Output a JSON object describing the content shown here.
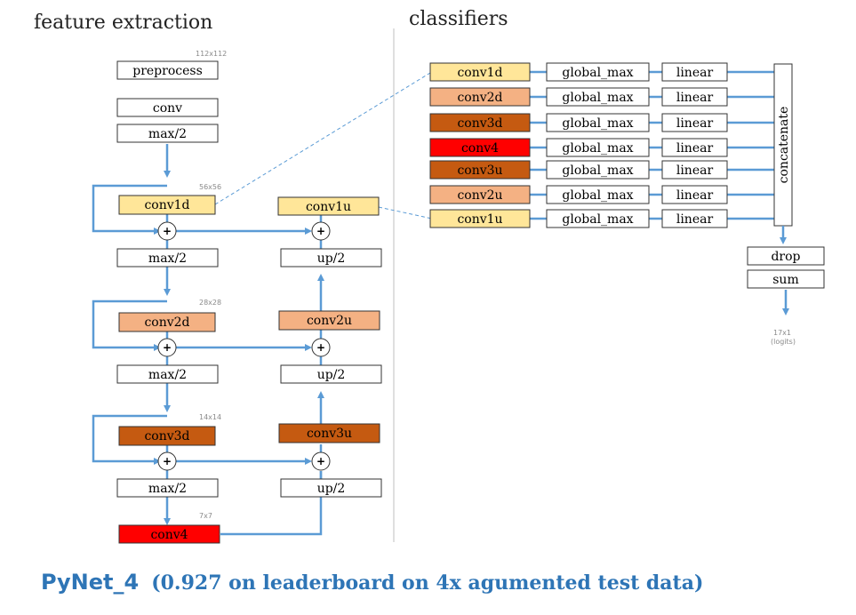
{
  "titles": {
    "feature_extraction": "feature  extraction",
    "classifiers": "classifiers",
    "caption_model": "PyNet_4",
    "caption_rest": "(0.927 on leaderboard on 4x agumented test data)"
  },
  "sizes": {
    "s112": "112x112",
    "s56": "56x56",
    "s28": "28x28",
    "s14": "14x14",
    "s7": "7x7",
    "logits_size": "17x1",
    "logits_label": "(logits)"
  },
  "blocks": {
    "preprocess": "preprocess",
    "conv": "conv",
    "maxpool": "max/2",
    "conv1d": "conv1d",
    "conv2d": "conv2d",
    "conv3d": "conv3d",
    "conv4": "conv4",
    "conv1u": "conv1u",
    "conv2u": "conv2u",
    "conv3u": "conv3u",
    "upsample": "up/2",
    "plus": "+"
  },
  "classifier": {
    "rows": [
      {
        "name": "conv1d",
        "color": "#ffe699"
      },
      {
        "name": "conv2d",
        "color": "#f4b183"
      },
      {
        "name": "conv3d",
        "color": "#c55a11"
      },
      {
        "name": "conv4",
        "color": "#ff0000"
      },
      {
        "name": "conv3u",
        "color": "#c55a11"
      },
      {
        "name": "conv2u",
        "color": "#f4b183"
      },
      {
        "name": "conv1u",
        "color": "#ffe699"
      }
    ],
    "pool_label": "global_max",
    "linear_label": "linear",
    "concat_label": "concatenate",
    "drop_label": "drop",
    "sum_label": "sum"
  },
  "colors": {
    "level1": "#ffe699",
    "level2": "#f4b183",
    "level3": "#c55a11",
    "level4": "#ff0000",
    "arrow": "#5b9bd5",
    "caption": "#2e75b6"
  }
}
